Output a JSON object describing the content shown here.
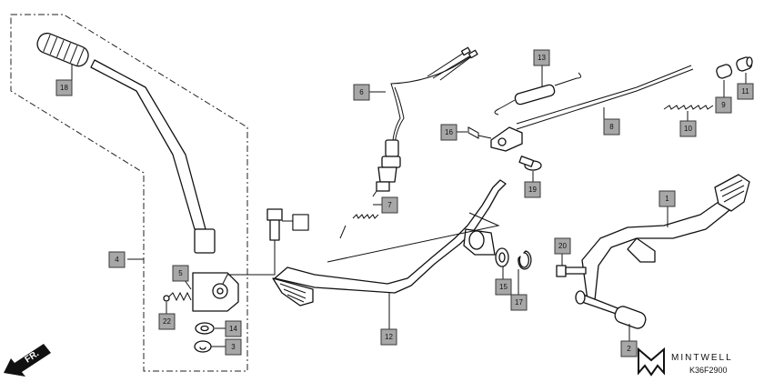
{
  "diagram": {
    "callouts": [
      "18",
      "6",
      "13",
      "16",
      "8",
      "9",
      "11",
      "10",
      "19",
      "7",
      "1",
      "4",
      "5",
      "22",
      "14",
      "3",
      "20",
      "15",
      "17",
      "12",
      "2"
    ],
    "empty_box": ""
  },
  "footer": {
    "brand": "MINTWELL",
    "code": "K36F2900",
    "direction": "FR."
  },
  "colors": {
    "callout_fill": "#a7a7a7",
    "line": "#111111"
  }
}
